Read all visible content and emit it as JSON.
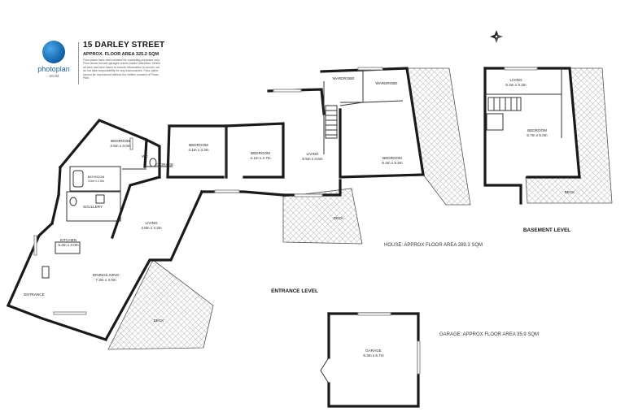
{
  "header": {
    "title": "15 DARLEY STREET",
    "subtitle": "APPROX. FLOOR AREA 325.2 SQM",
    "disclaimer": "Floor plans have been created for marketing purposes only. Floor areas include garages unless stated otherwise. Whilst all care has been taken to ensure information is correct, we do not take responsibility for any inaccuracies. Floor plans cannot be reproduced without the written consent of Photo Plan."
  },
  "brand": {
    "name": "photoplan",
    "tld": ".co.nz"
  },
  "levels": {
    "entrance": "ENTRANCE LEVEL",
    "basement": "BASEMENT LEVEL"
  },
  "areas": {
    "house": "HOUSE: APPROX FLOOR AREA 289.3 SQM",
    "garage": "GARAGE: APPROX FLOOR AREA 35.9 SQM"
  },
  "rooms": {
    "bedroom_nw": {
      "name": "BEDROOM",
      "dims": "3.5m x 3.0m"
    },
    "wc": {
      "name": "WC"
    },
    "storage": {
      "name": "STORAGE"
    },
    "bathroom": {
      "name": "BATHROOM",
      "dims": "3.0m x 2.0m"
    },
    "scullery": {
      "name": "SCULLERY"
    },
    "bedroom_2": {
      "name": "BEDROOM",
      "dims": "4.1m x 3.3m"
    },
    "bedroom_3": {
      "name": "BEDROOM",
      "dims": "4.1m x 2.7m"
    },
    "living_upper": {
      "name": "LIVING",
      "dims": "8.5m x 3.6m"
    },
    "wardrobe_1": {
      "name": "WARDROBE"
    },
    "wardrobe_2": {
      "name": "WARDROBE"
    },
    "bedroom_master": {
      "name": "BEDROOM",
      "dims": "5.4m x 5.2m"
    },
    "deck_upper": {
      "name": "DECK"
    },
    "living_mid": {
      "name": "LIVING",
      "dims": "4.8m x 4.3m"
    },
    "kitchen": {
      "name": "KITCHEN",
      "dims": "5.2m x 3.0m"
    },
    "dining": {
      "name": "DINING/LIVING",
      "dims": "7.3m x 4.0m"
    },
    "entrance": {
      "name": "ENTRANCE"
    },
    "deck_lower": {
      "name": "DECK"
    },
    "garage": {
      "name": "GARAGE",
      "dims": "6.3m x 5.7m"
    },
    "basement_living": {
      "name": "LIVING",
      "dims": "5.4m x 3.3m"
    },
    "basement_bedroom": {
      "name": "BEDROOM",
      "dims": "5.7m x 5.0m"
    },
    "basement_deck": {
      "name": "DECK"
    }
  }
}
